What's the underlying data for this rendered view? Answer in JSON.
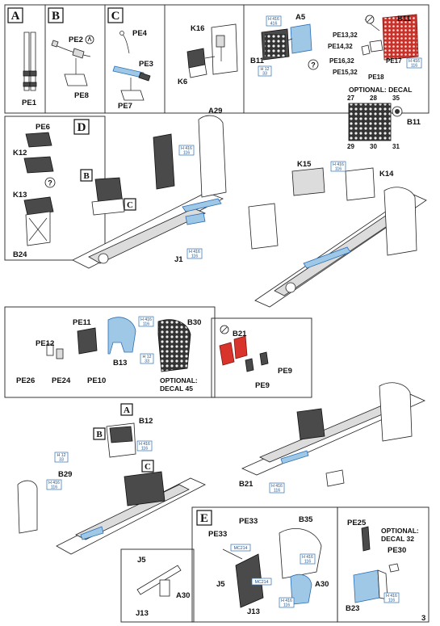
{
  "page_number": "3",
  "steps": {
    "A": "A",
    "B": "B",
    "C": "C",
    "D": "D",
    "E": "E"
  },
  "parts": {
    "pe1": "PE1",
    "pe2": "PE2",
    "pe8": "PE8",
    "pe4": "PE4",
    "pe3": "PE3",
    "pe7": "PE7",
    "k16": "K16",
    "k6": "K6",
    "a5": "A5",
    "b11_top": "B11",
    "b11_panel": "B11",
    "pe13_32": "PE13,32",
    "pe14_32": "PE14,32",
    "pe16_32": "PE16,32",
    "pe15_32": "PE15,32",
    "pe17": "PE17",
    "pe18": "PE18",
    "b11_decal": "B11",
    "pe6": "PE6",
    "k12": "K12",
    "k13": "K13",
    "b24": "B24",
    "a29": "A29",
    "j1": "J1",
    "k15": "K15",
    "k14": "K14",
    "pe11": "PE11",
    "pe12": "PE12",
    "pe26": "PE26",
    "pe24": "PE24",
    "pe10": "PE10",
    "b13": "B13",
    "b30": "B30",
    "b21": "B21",
    "pe9_a": "PE9",
    "pe9_b": "PE9",
    "b21_lower": "B21",
    "b12": "B12",
    "b29": "B29",
    "j5_a": "J5",
    "j13_a": "J13",
    "a30_a": "A30",
    "pe33_a": "PE33",
    "pe33_b": "PE33",
    "b35": "B35",
    "j5_b": "J5",
    "j13_b": "J13",
    "a30_b": "A30",
    "pe25": "PE25",
    "pe30": "PE30",
    "b23": "B23"
  },
  "optional_decal_top": {
    "line1": "OPTIONAL: DECAL",
    "nums": [
      "27",
      "28",
      "35",
      "29",
      "30",
      "31"
    ]
  },
  "optional_decal_45": {
    "line1": "OPTIONAL:",
    "line2": "DECAL 45"
  },
  "optional_decal_32": {
    "line1": "OPTIONAL:",
    "line2": "DECAL 32"
  },
  "paint_tags": {
    "h416_116": [
      "H 416",
      "116"
    ],
    "h416_416": [
      "H 416",
      "416"
    ],
    "h12_33": [
      "H 12",
      "33"
    ],
    "mc214": "MC214"
  },
  "colors": {
    "photo_etch_blue": "#9ec8e6",
    "seatbelt_red": "#d9342b",
    "paint_tag_blue": "#2a6db5",
    "instrument_dark": "#4a4a4a"
  }
}
